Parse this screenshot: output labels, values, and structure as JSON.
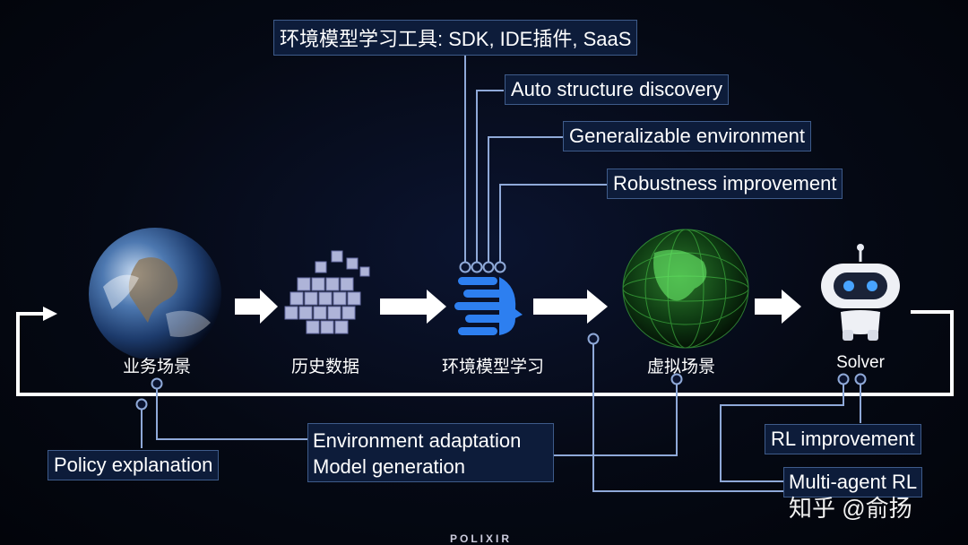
{
  "top_boxes": {
    "tool": "环境模型学习工具: SDK, IDE插件, SaaS",
    "auto": "Auto structure discovery",
    "general": "Generalizable environment",
    "robust": "Robustness improvement"
  },
  "stages": {
    "business": "业务场景",
    "history": "历史数据",
    "env_learning": "环境模型学习",
    "virtual": "虚拟场景",
    "solver": "Solver"
  },
  "bottom_boxes": {
    "policy": "Policy explanation",
    "env_adapt": "Environment adaptation",
    "model_gen": "Model generation",
    "rl_improve": "RL improvement",
    "multi_agent": "Multi-agent RL"
  },
  "watermark": "知乎 @俞扬",
  "brand": "POLIXIR",
  "colors": {
    "box_bg": "#0d1c3a",
    "box_border": "#3e5b8a",
    "line": "#8fa9d8",
    "arrow": "#ffffff"
  }
}
